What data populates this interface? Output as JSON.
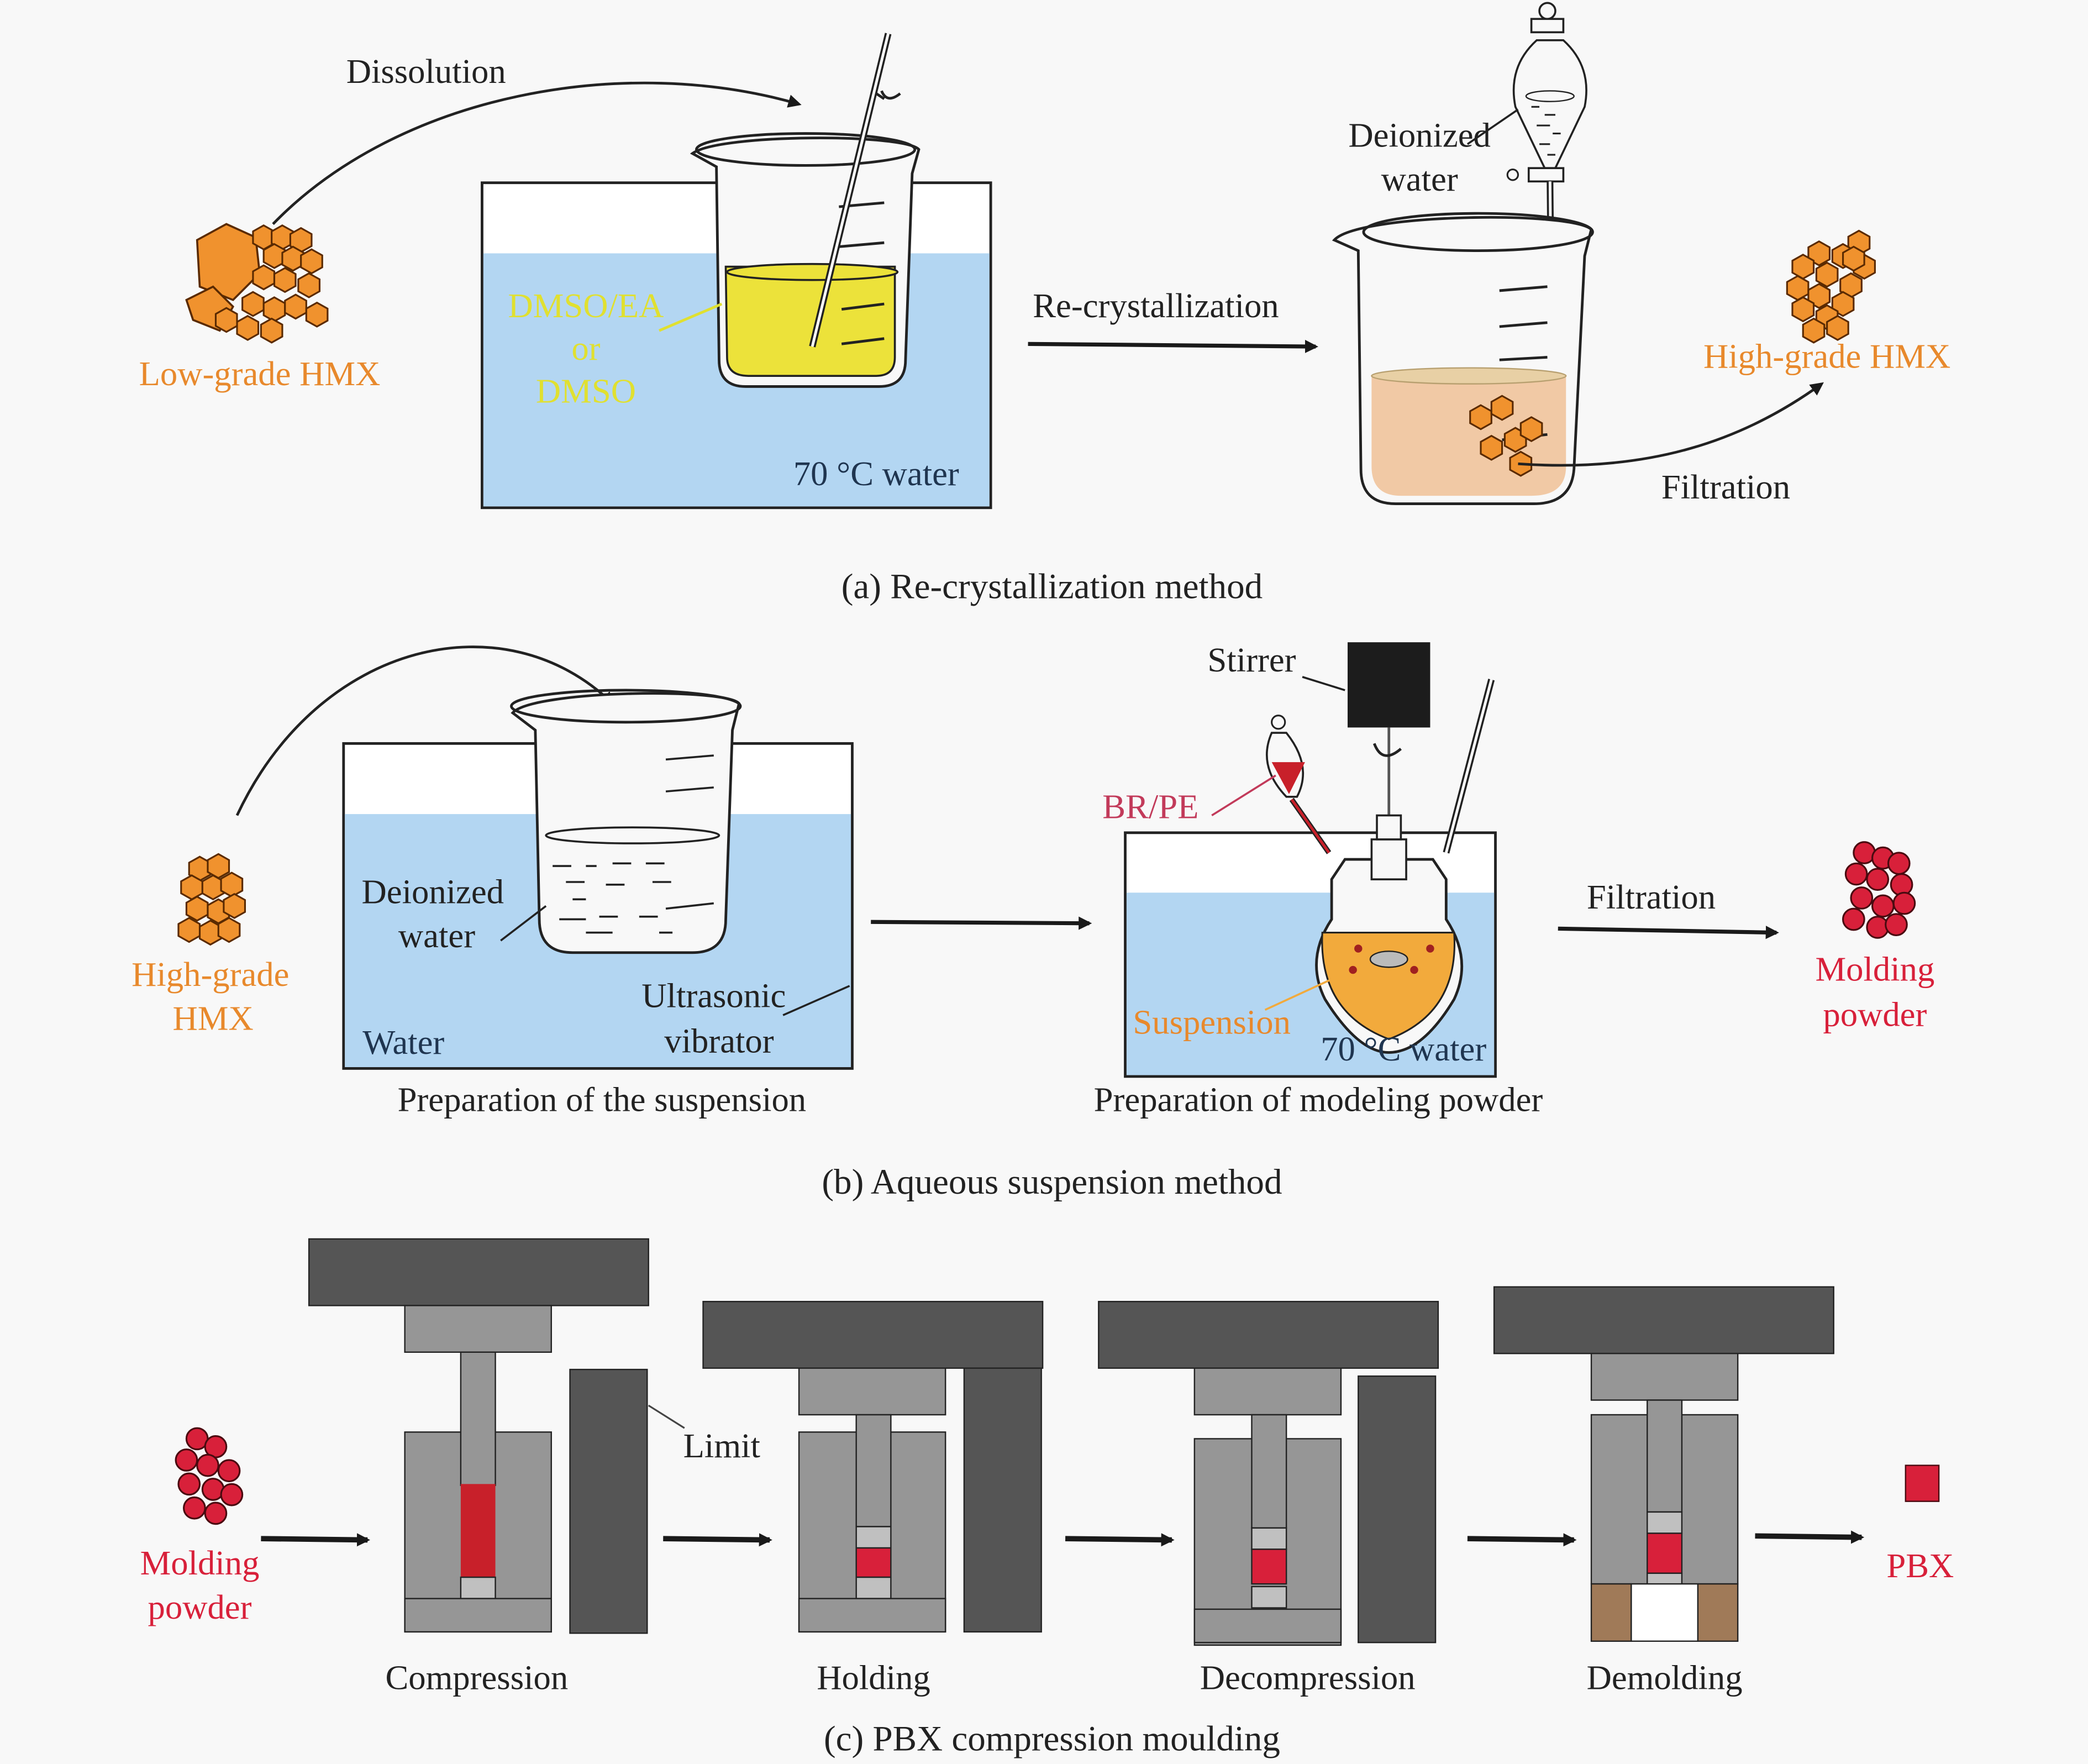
{
  "panel_a": {
    "caption": "(a) Re-crystallization method",
    "dissolution_label": "Dissolution",
    "low_grade_label": "Low-grade HMX",
    "solvent_label_line1": "DMSO/EA",
    "solvent_label_line2": "or",
    "solvent_label_line3": "DMSO",
    "bath_label": "70 °C water",
    "recrystallization_label": "Re-crystallization",
    "deionized_line1": "Deionized",
    "deionized_line2": "water",
    "filtration_label": "Filtration",
    "high_grade_label": "High-grade HMX"
  },
  "panel_b": {
    "caption": "(b) Aqueous suspension method",
    "high_grade_line1": "High-grade",
    "high_grade_line2": "HMX",
    "deionized_line1": "Deionized",
    "deionized_line2": "water",
    "water_label": "Water",
    "ultrasonic_line1": "Ultrasonic",
    "ultrasonic_line2": "vibrator",
    "sub_caption_left": "Preparation of the suspension",
    "stirrer_label": "Stirrer",
    "binder_label": "BR/PE",
    "suspension_label": "Suspension",
    "bath_label": "70 °C water",
    "sub_caption_right": "Preparation of modeling powder",
    "filtration_label": "Filtration",
    "molding_line1": "Molding",
    "molding_line2": "powder"
  },
  "panel_c": {
    "caption": "(c) PBX compression moulding",
    "molding_line1": "Molding",
    "molding_line2": "powder",
    "limit_label": "Limit",
    "steps": [
      "Compression",
      "Holding",
      "Decompression",
      "Demolding"
    ],
    "product_label": "PBX"
  },
  "colors": {
    "hmx_orange": "#f0922e",
    "molding_red": "#d8203a",
    "bath_blue": "#b3d6f2",
    "solution_yellow": "#ece23a",
    "press_dark": "#555555",
    "press_mid": "#969696",
    "support_brown": "#a07a58"
  }
}
